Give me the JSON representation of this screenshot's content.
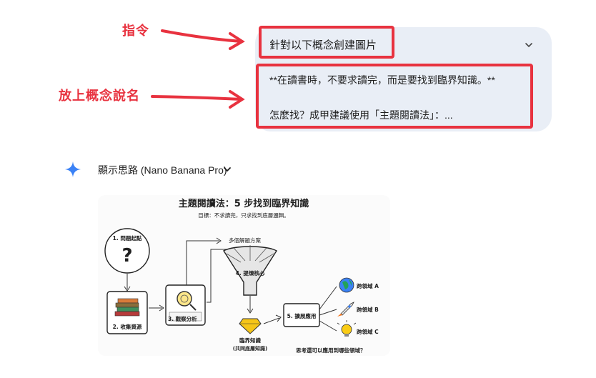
{
  "annotations": {
    "instruction_label": "指令",
    "concept_label": "放上概念說名"
  },
  "prompt": {
    "title": "針對以下概念創建圖片",
    "line1": "**在讀書時，不要求讀完，而是要找到臨界知識。**",
    "line2": "怎麼找？成甲建議使用「主題閱讀法」：..."
  },
  "thinking": {
    "label": "顯示思路 (Nano Banana Pro)"
  },
  "infographic": {
    "title": "主題閱讀法：5 步找到臨界知識",
    "subtitle": "目標：不求讀完，只求找到底層邏輯。",
    "step1": "1. 問題起點",
    "step2": "2. 收集資源",
    "step3": "3. 觀察分析",
    "solutions": "多個解題方案",
    "step4": "4. 提煉核心",
    "result_line1": "臨界知識",
    "result_line2": "(共同底層知識)",
    "step5": "5. 擴展應用",
    "domain_a": "跨領域 A",
    "domain_b": "跨領域 B",
    "domain_c": "跨領域 C",
    "question": "思考還可以應用到哪些領域？"
  },
  "colors": {
    "annotation_red": "#e8323f",
    "bubble_bg": "#e9eef6",
    "spark_blue": "#3b82f6"
  },
  "icons": [
    "chevron-down-icon",
    "gemini-spark-icon",
    "question-icon",
    "books-icon",
    "magnifier-icon",
    "funnel-icon",
    "diamond-icon",
    "globe-icon",
    "rocket-icon",
    "bulb-icon"
  ]
}
